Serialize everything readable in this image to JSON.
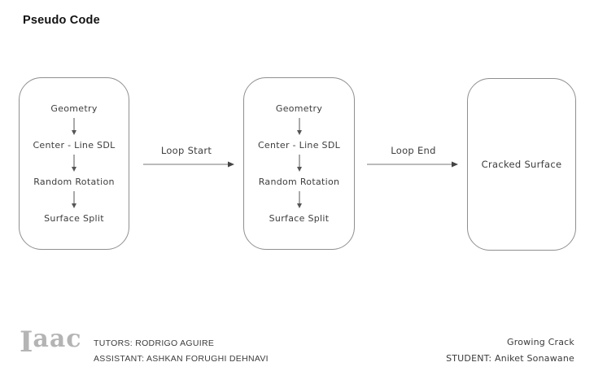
{
  "page": {
    "title": "Pseudo Code"
  },
  "colors": {
    "background": "#ffffff",
    "box_border": "#8f8f8f",
    "box_text": "#3d3d3d",
    "arrow": "#555555",
    "title_text": "#121212",
    "logo_gray": "#b4b4b4",
    "footer_text": "#3b3b3b"
  },
  "diagram": {
    "loop_box_1": {
      "steps": [
        "Geometry",
        "Center - Line SDL",
        "Random Rotation",
        "Surface Split"
      ]
    },
    "loop_box_2": {
      "steps": [
        "Geometry",
        "Center - Line SDL",
        "Random Rotation",
        "Surface Split"
      ]
    },
    "result_box": {
      "label": "Cracked Surface"
    },
    "arrows": {
      "loop_start_label": "Loop Start",
      "loop_end_label": "Loop End"
    }
  },
  "footer": {
    "logo_i": "I",
    "logo_aac": "aac",
    "tutors": "TUTORS: RODRIGO AGUIRE",
    "assistant": "ASSISTANT: ASHKAN FORUGHI DEHNAVI",
    "project": "Growing Crack",
    "student": "STUDENT: Aniket Sonawane"
  }
}
